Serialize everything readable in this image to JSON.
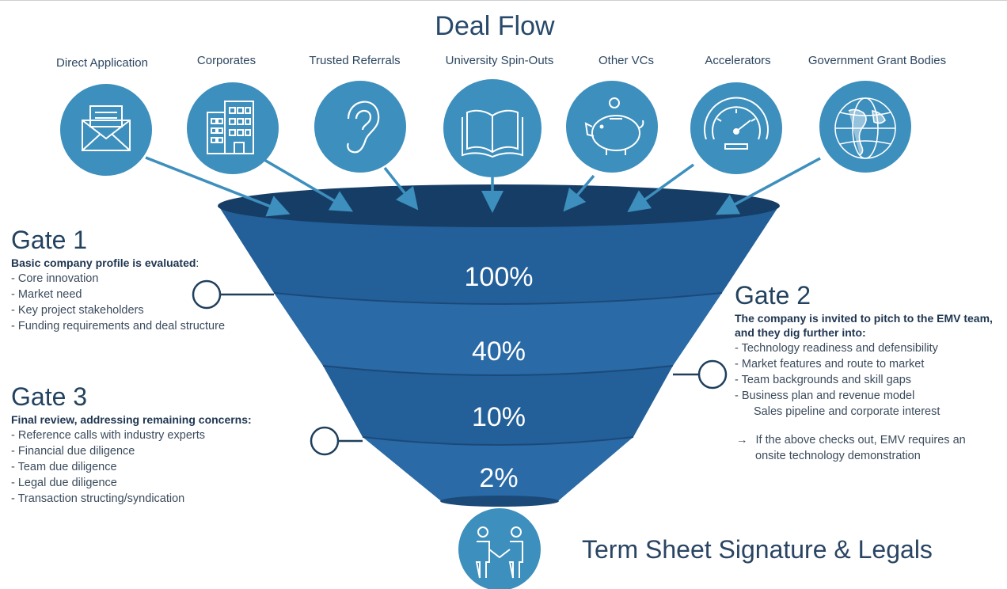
{
  "title": "Deal Flow",
  "sources": [
    {
      "label": "Direct Application",
      "icon": "envelope-icon"
    },
    {
      "label": "Corporates",
      "icon": "building-icon"
    },
    {
      "label": "Trusted Referrals",
      "icon": "ear-icon"
    },
    {
      "label": "University Spin-Outs",
      "icon": "book-icon"
    },
    {
      "label": "Other VCs",
      "icon": "piggy-bank-icon"
    },
    {
      "label": "Accelerators",
      "icon": "speedometer-icon"
    },
    {
      "label": "Government Grant Bodies",
      "icon": "globe-icon"
    }
  ],
  "funnel": {
    "stages": [
      "100%",
      "40%",
      "10%",
      "2%"
    ],
    "colors": {
      "rim": "#163d66",
      "body": "#235f98",
      "light": "#2a6aa7",
      "circle": "#3d8fbd"
    }
  },
  "gate1": {
    "title": "Gate 1",
    "lead": "Basic company profile is evaluated",
    "lead_suffix": ":",
    "items": [
      "Core innovation",
      "Market need",
      "Key project stakeholders",
      "Funding requirements and deal structure"
    ]
  },
  "gate2": {
    "title": "Gate 2",
    "lead": "The company is invited to pitch to the EMV team, and they dig further into:",
    "items": [
      "Technology readiness and defensibility",
      "Market features and route to market",
      "Team backgrounds and skill gaps",
      "Business plan and revenue model"
    ],
    "extra_item": "Sales pipeline and corporate interest",
    "note_arrow": "→",
    "note_line1": "If the above checks out, EMV requires an",
    "note_line2": "onsite technology demonstration"
  },
  "gate3": {
    "title": "Gate 3",
    "lead": "Final review, addressing remaining concerns:",
    "items": [
      "Reference calls with industry experts",
      "Financial due diligence",
      "Team due diligence",
      "Legal due diligence",
      "Transaction structing/syndication"
    ]
  },
  "final": {
    "label": "Term Sheet Signature & Legals",
    "icon": "handshake-people-icon"
  }
}
